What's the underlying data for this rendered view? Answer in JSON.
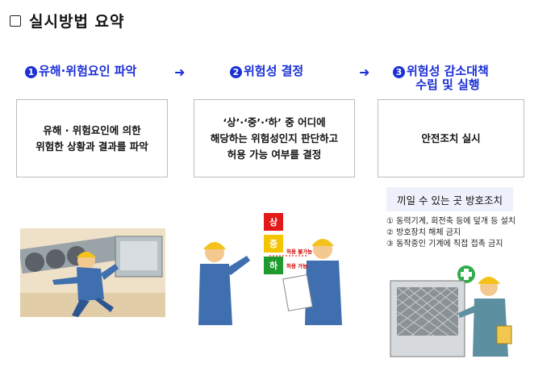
{
  "title": "실시방법 요약",
  "steps": [
    {
      "num": "1",
      "label": "유해·위험요인 파악"
    },
    {
      "num": "2",
      "label": "위험성 결정"
    },
    {
      "num": "3",
      "label": "위험성 감소대책\n수립 및 실행"
    }
  ],
  "arrow": "➜",
  "boxes": [
    "유해 · 위험요인에 의한\n위험한 상황과 결과를 파악",
    "‘상’·‘중’·‘하’ 중 어디에\n해당하는 위험성인지 판단하고\n허용 가능 여부를 결정",
    "안전조치 실시"
  ],
  "risk_levels": {
    "high": "상",
    "mid": "중",
    "low": "하",
    "not_allowed": "허용 불가능",
    "allowed": "허용 가능"
  },
  "tips": {
    "title": "끼일 수 있는 곳 방호조치",
    "items": [
      "① 동력기계, 회전축 등에 덮개 등 설치",
      "② 방호장치 해체 금지",
      "③ 동작중인 기계에 직접 접촉 금지"
    ]
  },
  "colors": {
    "accent": "#1a2fd6",
    "high": "#e11919",
    "mid": "#f5c400",
    "low": "#1e9a2e"
  }
}
